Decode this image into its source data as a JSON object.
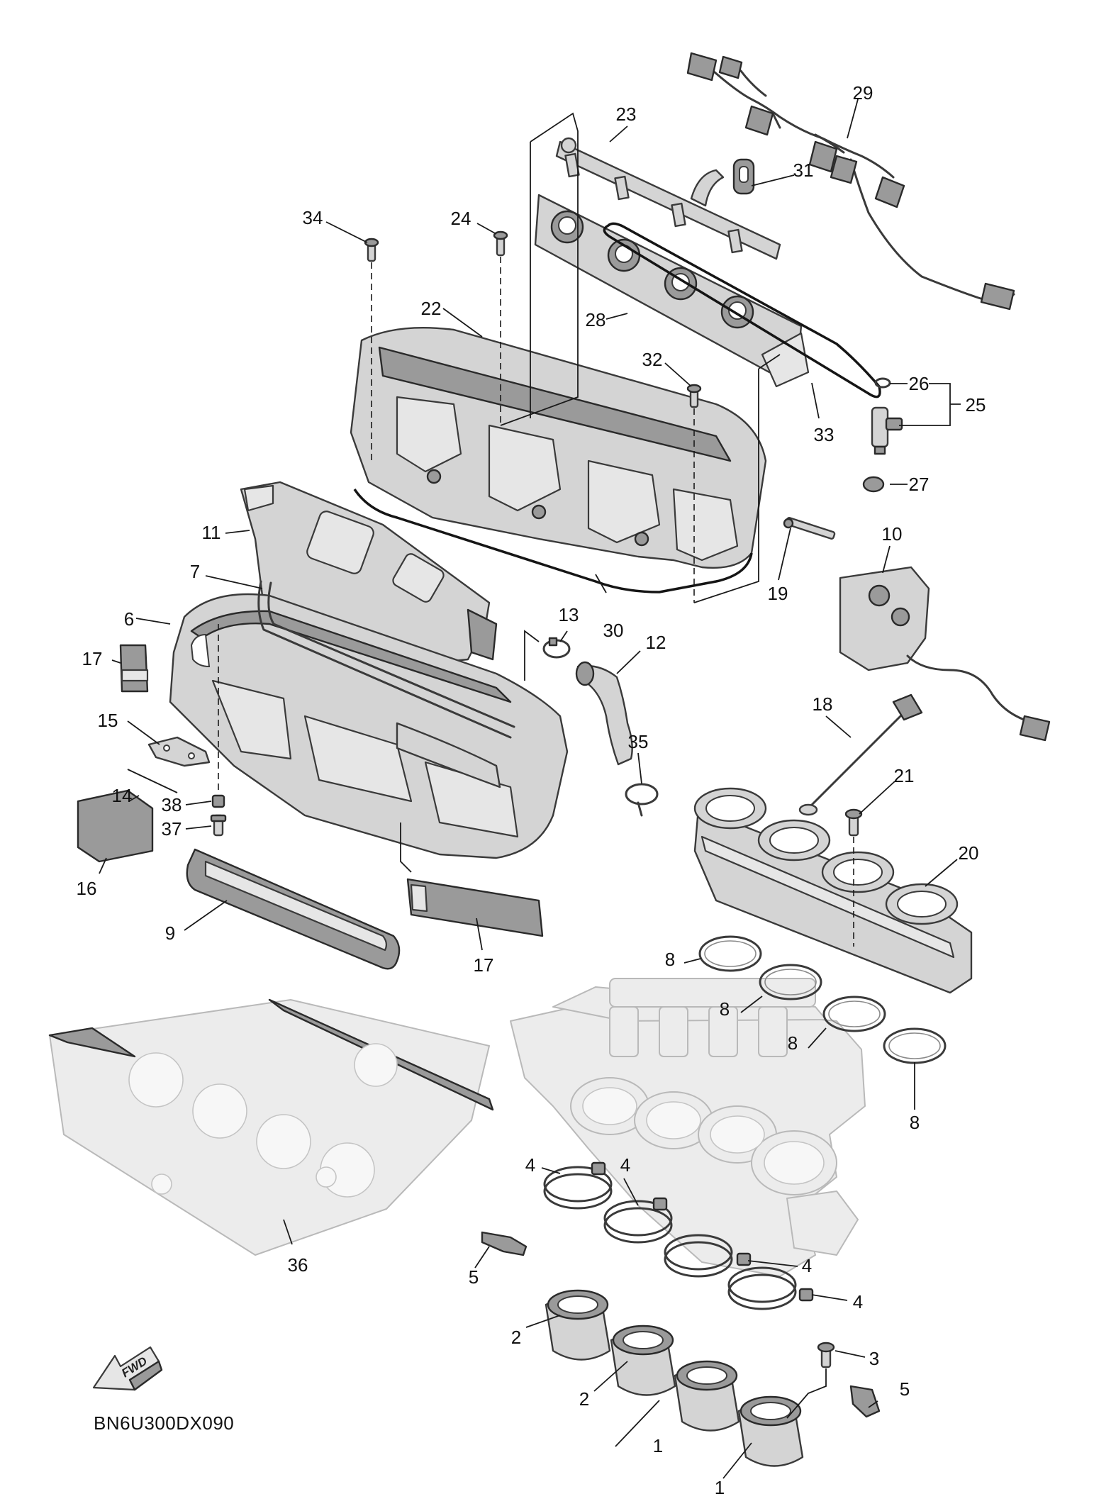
{
  "diagram": {
    "code": "BN6U300DX090",
    "fwd_label": "FWD",
    "callouts": {
      "c1a": "1",
      "c1b": "1",
      "c2a": "2",
      "c2b": "2",
      "c3": "3",
      "c4a": "4",
      "c4b": "4",
      "c4c": "4",
      "c4d": "4",
      "c5a": "5",
      "c5b": "5",
      "c6": "6",
      "c7": "7",
      "c8a": "8",
      "c8b": "8",
      "c8c": "8",
      "c8d": "8",
      "c9": "9",
      "c10": "10",
      "c11": "11",
      "c12": "12",
      "c13": "13",
      "c14": "14",
      "c15": "15",
      "c16": "16",
      "c17a": "17",
      "c17b": "17",
      "c18": "18",
      "c19": "19",
      "c20": "20",
      "c21": "21",
      "c22": "22",
      "c23": "23",
      "c24": "24",
      "c25": "25",
      "c26": "26",
      "c27": "27",
      "c28": "28",
      "c29": "29",
      "c30": "30",
      "c31": "31",
      "c32": "32",
      "c33": "33",
      "c34": "34",
      "c35": "35",
      "c36": "36",
      "c37": "37",
      "c38": "38"
    }
  }
}
